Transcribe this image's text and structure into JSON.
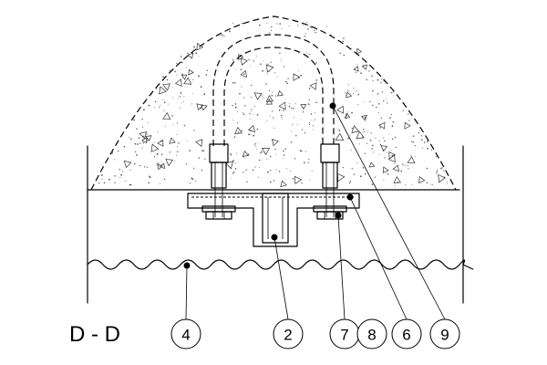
{
  "section_label": "D - D",
  "callouts": [
    {
      "id": "c4",
      "label": "4"
    },
    {
      "id": "c2",
      "label": "2"
    },
    {
      "id": "c7",
      "label": "7"
    },
    {
      "id": "c8",
      "label": "8"
    },
    {
      "id": "c6",
      "label": "6"
    },
    {
      "id": "c9",
      "label": "9"
    }
  ]
}
